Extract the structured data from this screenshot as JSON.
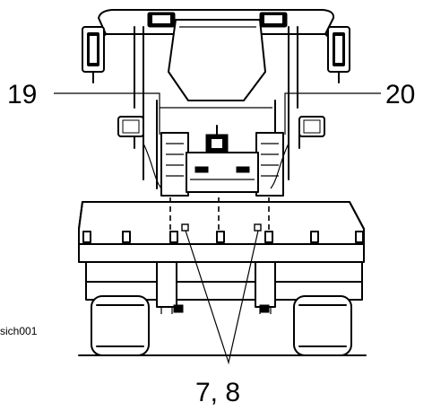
{
  "callouts": {
    "left": "19",
    "right": "20",
    "bottom": "7, 8"
  },
  "figure_ref": "sich001",
  "colors": {
    "ink": "#000000",
    "paper": "#ffffff"
  }
}
